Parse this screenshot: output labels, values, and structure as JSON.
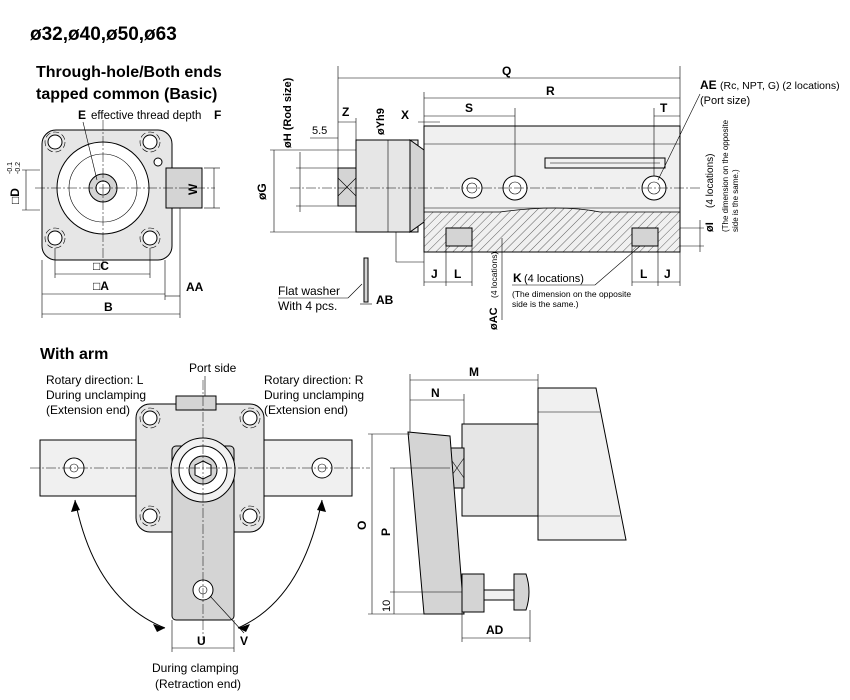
{
  "title": "ø32,ø40,ø50,ø63",
  "basic": {
    "heading_line1": "Through-hole/Both ends",
    "heading_line2": "tapped common (Basic)",
    "thread_label_e": "E",
    "thread_label_text": "effective thread depth",
    "thread_label_f": "F",
    "dim_d": "□D",
    "dim_d_tol_upper": "-0.1",
    "dim_d_tol_lower": "-0.2",
    "dim_w": "W",
    "dim_c": "□C",
    "dim_a": "□A",
    "dim_b": "B",
    "dim_aa": "AA",
    "dim_q": "Q",
    "dim_r": "R",
    "dim_s": "S",
    "dim_t": "T",
    "dim_z": "Z",
    "dim_x": "X",
    "dim_5_5": "5.5",
    "dim_h": "øH (Rod size)",
    "dim_yh9": "øYh9",
    "dim_g": "øG",
    "dim_j_left": "J",
    "dim_l_left": "L",
    "dim_l_right": "L",
    "dim_j_right": "J",
    "dim_ac": "øAC",
    "dim_ac_note": "(4 locations)",
    "dim_k": "K",
    "dim_k_note": "(4 locations)",
    "dim_k_sub1": "(The dimension on the opposite",
    "dim_k_sub2": "side is the same.)",
    "dim_ae": "AE",
    "dim_ae_note": "(Rc, NPT, G) (2 locations)",
    "dim_ae_port": "(Port size)",
    "dim_i": "øI",
    "dim_i_note": "(4 locations)",
    "dim_i_sub1": "(The dimension on the opposite",
    "dim_i_sub2": "side is the same.)",
    "flat_washer_line1": "Flat washer",
    "flat_washer_line2": "With 4 pcs.",
    "dim_ab": "AB"
  },
  "arm": {
    "heading": "With arm",
    "port_side": "Port side",
    "rot_l_1": "Rotary direction: L",
    "rot_l_2": "During unclamping",
    "rot_l_3": "(Extension end)",
    "rot_r_1": "Rotary direction: R",
    "rot_r_2": "During unclamping",
    "rot_r_3": "(Extension end)",
    "dim_u": "U",
    "dim_v": "V",
    "clamp_1": "During clamping",
    "clamp_2": "(Retraction end)",
    "dim_m": "M",
    "dim_n": "N",
    "dim_o": "O",
    "dim_p": "P",
    "dim_10": "10",
    "dim_ad": "AD"
  }
}
